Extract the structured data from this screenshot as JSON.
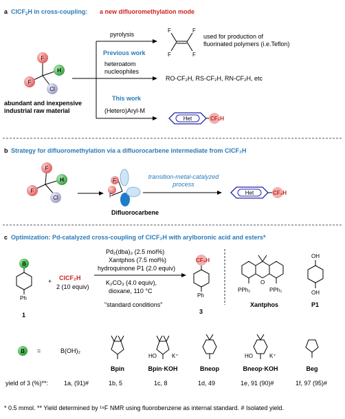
{
  "section_a": {
    "letter": "a",
    "title_blue": "ClCF",
    "title_blue_sub": "2",
    "title_blue_end": "H in cross-coupling:",
    "title_red": "a new difluoromethylation mode",
    "reagent_caption_line1": "abundant and inexpensive",
    "reagent_caption_line2": "industrial raw material",
    "atom_f": "F",
    "atom_h": "H",
    "atom_cl": "Cl",
    "row1_label": "pyrolysis",
    "row1_note_line1": "used for production of",
    "row1_note_line2": "fluorinated polymers (i.e.Teflon)",
    "previous_work": "Previous work",
    "row2_label_line1": "heteroatom",
    "row2_label_line2": "nucleophiles",
    "row2_products": "RO-CF₂H, RS-CF₂H, RN-CF₂H, etc",
    "this_work": "This work",
    "row3_label": "(Hetero)Aryl-M",
    "het_label": "Het",
    "cf2h_label": "CF₂H"
  },
  "section_b": {
    "letter": "b",
    "title": "Strategy for difluoromethylation via a difluorocarbene intermediate from ClCF₂H",
    "arrow_label_line1": "transition-metal-catalyzed",
    "arrow_label_line2": "process",
    "carbene_label": "Difluorocarbene",
    "het_label": "Het",
    "cf2h_label": "CF₂H"
  },
  "section_c": {
    "letter": "c",
    "title": "Optimization: Pd-catalyzed cross-coupling of ClCF₂H with arylboronic acid and esters*",
    "b_label": "B",
    "ph_label": "Ph",
    "compound1": "1",
    "plus": "+",
    "reagent_name": "ClCF₂H",
    "reagent_amount": "2 (10 equiv)",
    "cond1": "Pd₂(dba)₃ (2.5 mol%)",
    "cond2": "Xantphos (7.5 mol%)",
    "cond3": "hydroquinone P1 (2.0 equiv)",
    "cond4": "K₂CO₃ (4.0 equiv),",
    "cond5": "dioxane, 110 °C",
    "cond6": "\"standard conditions\"",
    "product_cf2h": "CF₂H",
    "product_label": "3",
    "xantphos_pph2": "PPh₂",
    "xantphos_o": "O",
    "xantphos_label": "Xantphos",
    "p1_oh": "OH",
    "p1_label": "P1",
    "equals": "=",
    "boh2": "B(OH)₂",
    "ester_names": [
      "Bpin",
      "Bpin·KOH",
      "Bneop",
      "Bneop·KOH",
      "Beg"
    ],
    "ho_label": "HO",
    "k_label": "K⁺",
    "o_label": "O",
    "yield_prefix": "yield of 3 (%)**:",
    "yields": [
      "1a, (91)#",
      "1b, 5",
      "1c, 8",
      "1d, 49",
      "1e, 91 (90)#",
      "1f, 97 (95)#"
    ],
    "footnote": "* 0.5 mmol. ** Yield determined by ¹⁹F NMR using fluorobenzene as internal standard. # Isolated yield."
  },
  "colors": {
    "blue": "#2a7ab8",
    "red": "#cc2222",
    "f_atom": "#f08080",
    "h_atom": "#3aa84a",
    "cl_atom": "#b4b4d4",
    "het_ring": "#2222aa"
  }
}
